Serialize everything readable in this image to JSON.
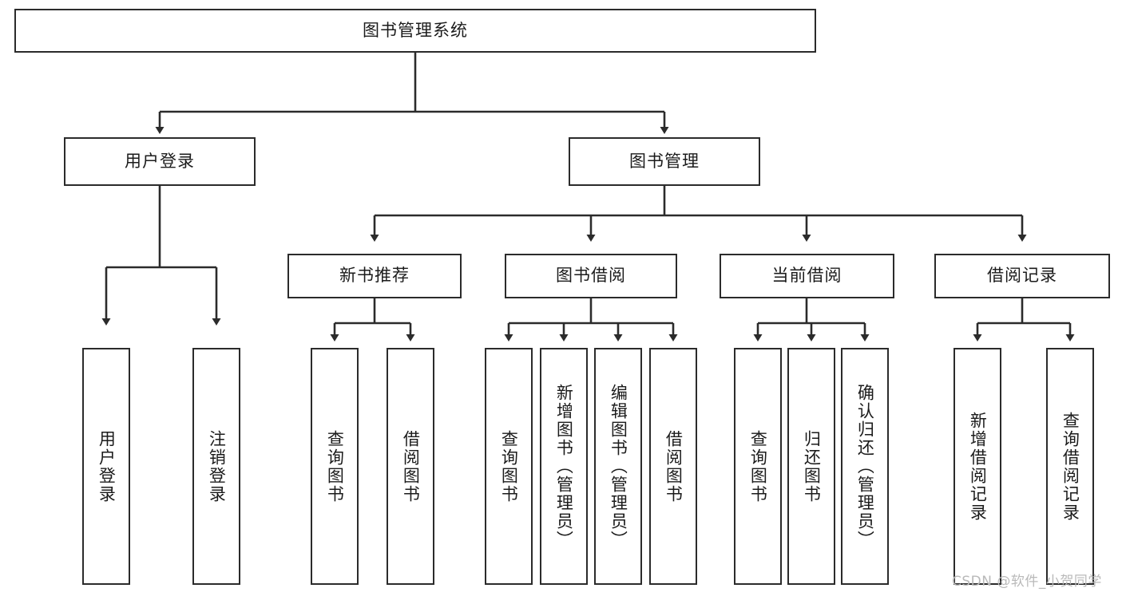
{
  "diagram": {
    "title_node": {
      "label": "图书管理系统"
    },
    "level2": [
      {
        "id": "user-login",
        "label": "用户登录"
      },
      {
        "id": "book-management",
        "label": "图书管理"
      }
    ],
    "level3": [
      {
        "id": "new-book-recommend",
        "label": "新书推荐"
      },
      {
        "id": "book-borrow",
        "label": "图书借阅"
      },
      {
        "id": "current-borrow",
        "label": "当前借阅"
      },
      {
        "id": "borrow-record",
        "label": "借阅记录"
      }
    ],
    "leaves": [
      {
        "id": "leaf-user-login",
        "label": "用户登录"
      },
      {
        "id": "leaf-logout-login",
        "label": "注销登录"
      },
      {
        "id": "leaf-query-book-1",
        "label": "查询图书"
      },
      {
        "id": "leaf-borrow-book-1",
        "label": "借阅图书"
      },
      {
        "id": "leaf-query-book-2",
        "label": "查询图书"
      },
      {
        "id": "leaf-add-book",
        "label": "新增图书（管理员）"
      },
      {
        "id": "leaf-edit-book",
        "label": "编辑图书（管理员）"
      },
      {
        "id": "leaf-borrow-book-2",
        "label": "借阅图书"
      },
      {
        "id": "leaf-query-book-3",
        "label": "查询图书"
      },
      {
        "id": "leaf-return-book",
        "label": "归还图书"
      },
      {
        "id": "leaf-confirm-return",
        "label": "确认归还（管理员）"
      },
      {
        "id": "leaf-add-record",
        "label": "新增借阅记录"
      },
      {
        "id": "leaf-query-record",
        "label": "查询借阅记录"
      }
    ],
    "watermark": {
      "text": "CSDN @软件_小贺同学"
    },
    "colors": {
      "stroke": "#2b2b2b",
      "fill": "#ffffff",
      "text": "#1b1b1b",
      "watermark": "#b9b9b9"
    }
  }
}
